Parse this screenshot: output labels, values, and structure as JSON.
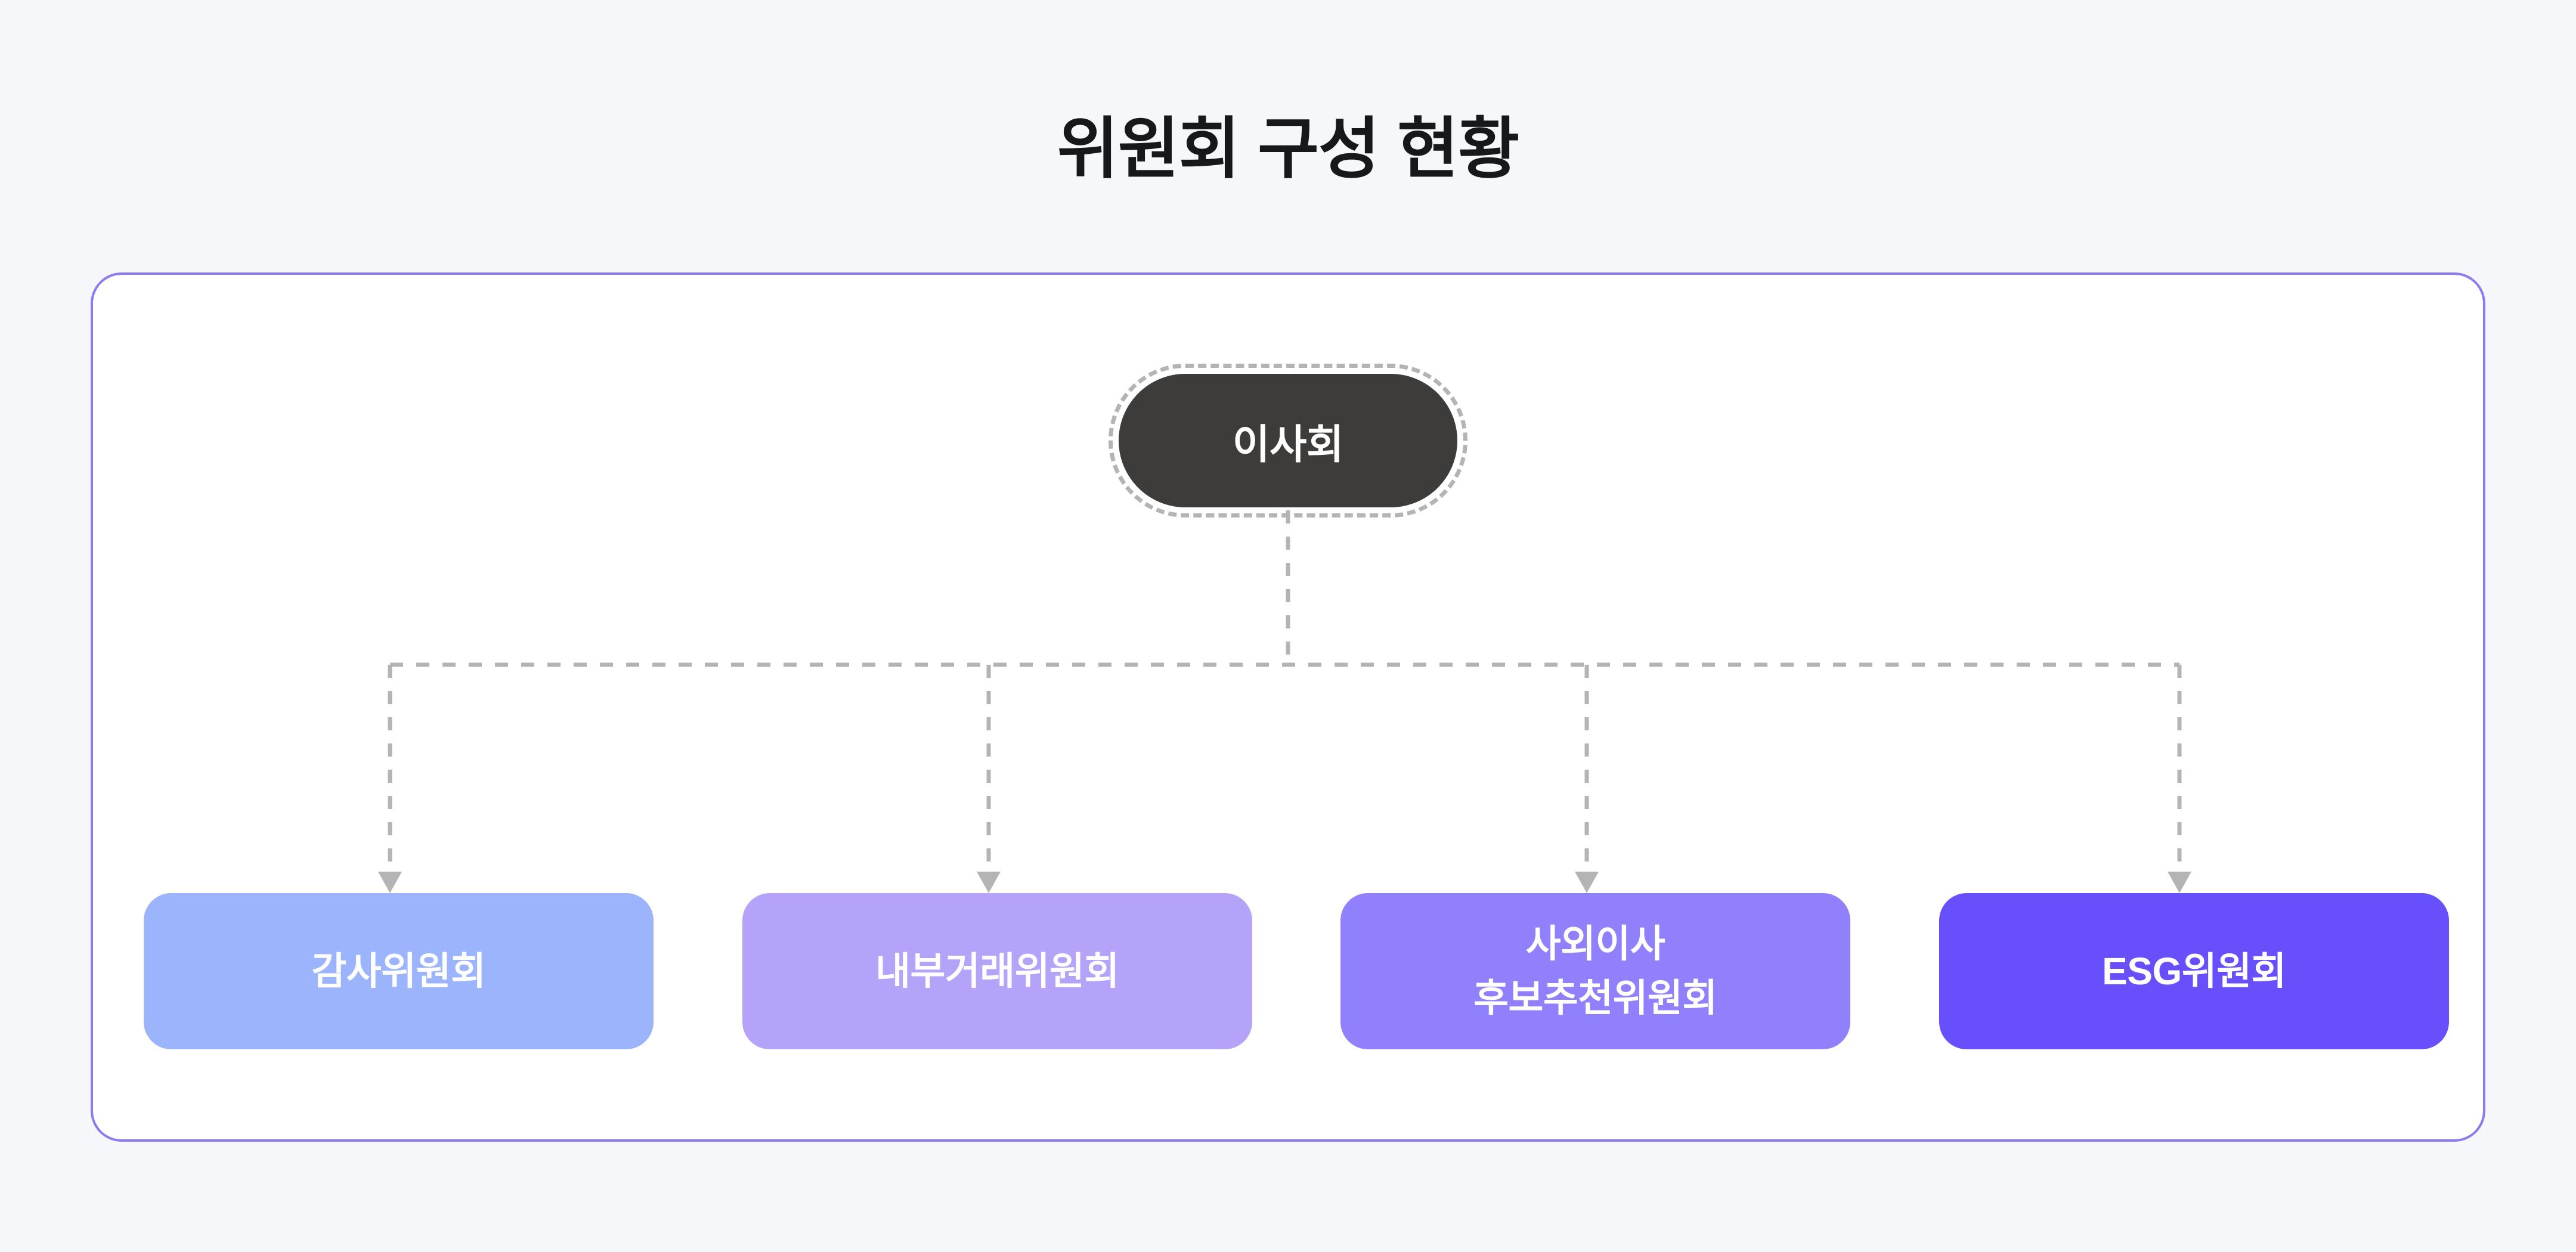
{
  "page": {
    "title": "위원회 구성 현황",
    "background_color": "#F5F7FA",
    "title_color": "#17181C"
  },
  "container": {
    "border_color": "#8B7BF0",
    "background_color": "#FFFFFF"
  },
  "chart_data": {
    "type": "diagram",
    "title": "위원회 구성 현황",
    "layout": "top-down-org-chart",
    "connector_style": "dashed-elbow-with-arrowhead",
    "connector_color": "#B4B4B4",
    "root": {
      "label": "이사회",
      "fill_color": "#3E3C3A",
      "text_color": "#FFFFFF",
      "shape": "pill",
      "outline_style": "dashed",
      "outline_color": "#B4B4B4"
    },
    "children": [
      {
        "label": "감사위원회",
        "lines": [
          "감사위원회"
        ],
        "fill_color": "#9CB4FB",
        "text_color": "#FFFFFF",
        "shape": "rounded-rect"
      },
      {
        "label": "내부거래위원회",
        "lines": [
          "내부거래위원회"
        ],
        "fill_color": "#B5A2F9",
        "text_color": "#FFFFFF",
        "shape": "rounded-rect"
      },
      {
        "label": "사외이사 후보추천위원회",
        "lines": [
          "사외이사",
          "후보추천위원회"
        ],
        "fill_color": "#9180FC",
        "text_color": "#FFFFFF",
        "shape": "rounded-rect"
      },
      {
        "label": "ESG위원회",
        "lines": [
          "ESG위원회"
        ],
        "fill_color": "#6750FC",
        "text_color": "#FFFFFF",
        "shape": "rounded-rect"
      }
    ]
  }
}
